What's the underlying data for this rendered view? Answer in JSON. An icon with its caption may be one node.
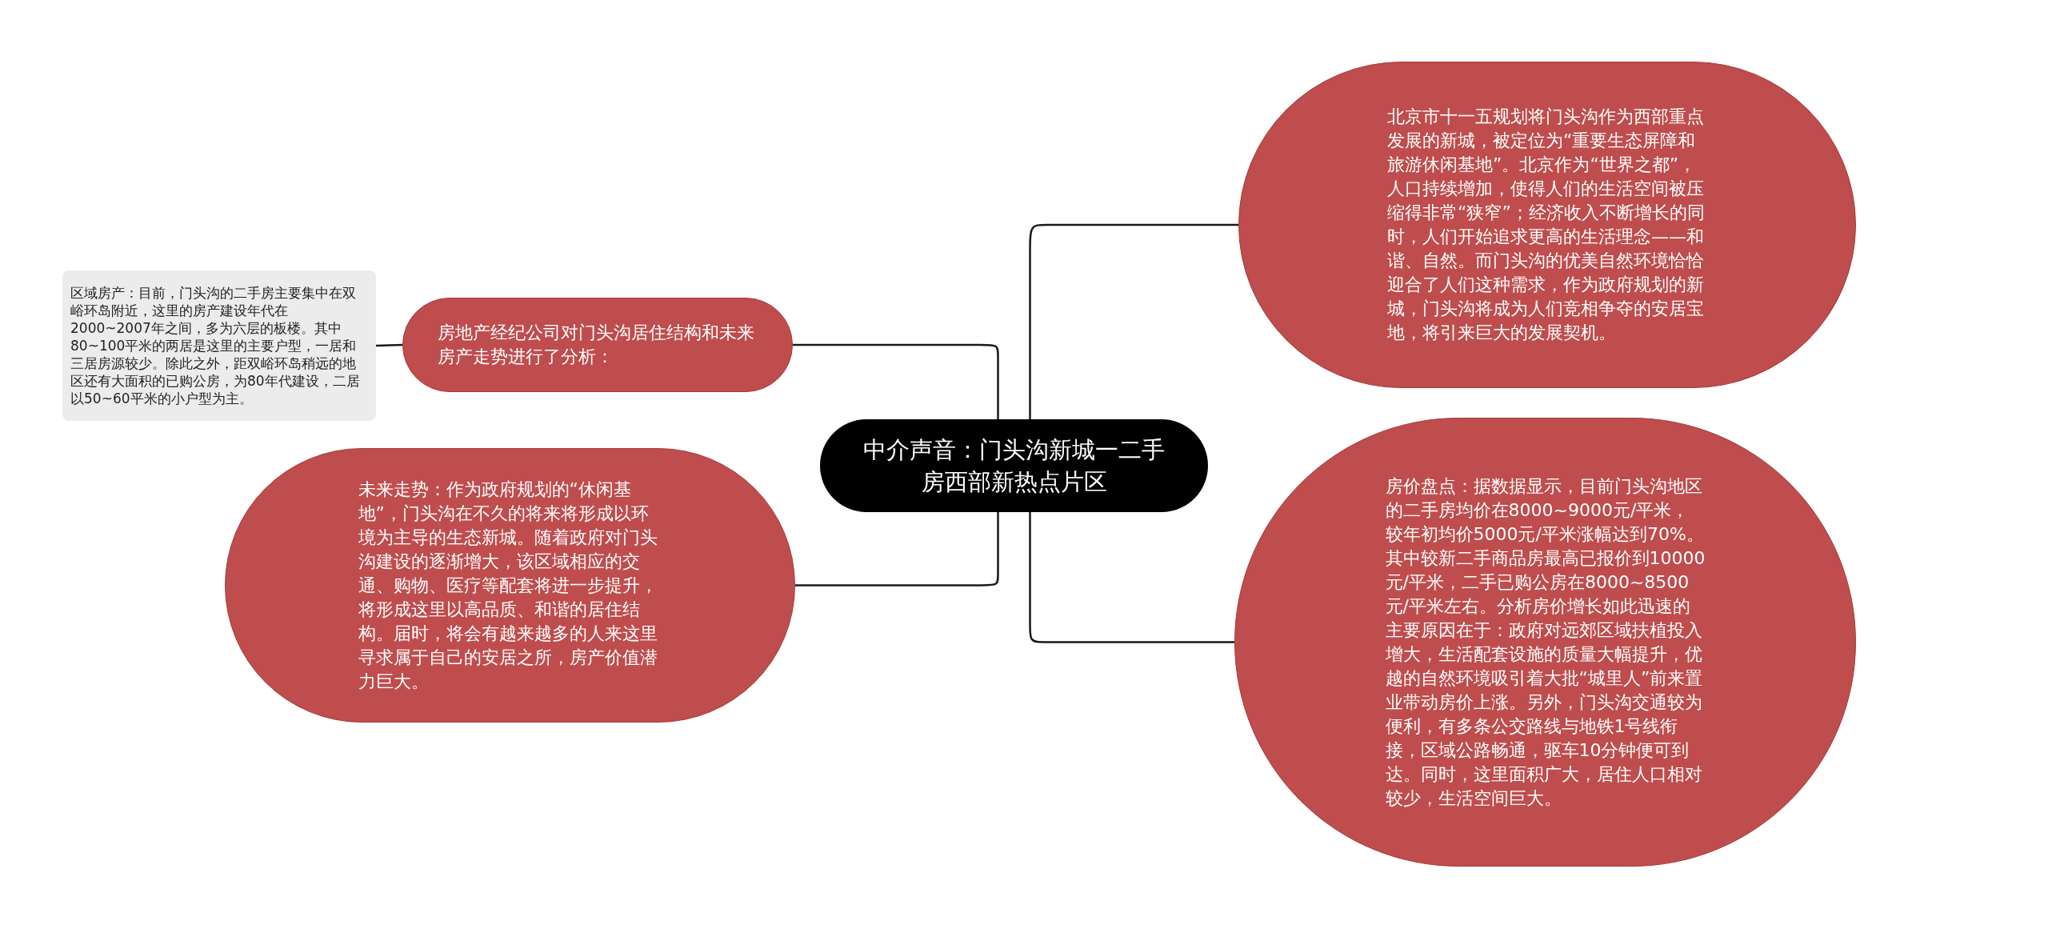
{
  "diagram": {
    "nodes": [
      {
        "text": [
          "中介声音：门头沟新城一二手房西部新热点片区"
        ]
      },
      {
        "text": [
          "房地产经纪公司对门头沟居住结构和未来房产走势进行了分析："
        ]
      },
      {
        "text": [
          "区域房产：目前，门头沟的二手房主要集中在双峪环岛附近，这里的房产建设年代在2000~2007年之间，多为六层的板楼。其中80~100平米的两居是这里的主要户型，一居和三居房源较少。除此之外，距双峪环岛稍远的地区还有大面积的已购公房，为80年代建设，二居以50~60平米的小户型为主。"
        ]
      },
      {
        "text": [
          "未来走势：作为政府规划的“休闲基地”，门头沟在不久的将来将形成以环境为主导的生态新城。随着政府对门头沟建设的逐渐增大，该区域相应的交通、购物、医疗等配套将进一步提升，将形成这里以高品质、和谐的居住结构。届时，将会有越来越多的人来这里寻求属于自己的安居之所，房产价值潜力巨大。"
        ]
      },
      {
        "text": [
          "北京市十一五规划将门头沟作为西部重点发展的新城，被定位为“重要生态屏障和旅游休闲基地”。北京作为“世界之都”，人口持续增加，使得人们的生活空间被压缩得非常“狭窄”；经济收入不断增长的同时，人们开始追求更高的生活理念——和谐、自然。而门头沟的优美自然环境恰恰迎合了人们这种需求，作为政府规划的新城，门头沟将成为人们竞相争夺的安居宝地，将引来巨大的发展契机。"
        ]
      },
      {
        "text": [
          "房价盘点：据数据显示，目前门头沟地区的二手房均价在8000~9000元/平米，较年初均价5000元/平米涨幅达到70%。其中较新二手商品房最高已报价到10000元/平米，二手已购公房在8000~8500元/平米左右。分析房价增长如此迅速的主要原因在于：政府对远郊区域扶植投入增大，生活配套设施的质量大幅提升，优越的自然环境吸引着大批“城里人”前来置业带动房价上涨。另外，门头沟交通较为便利，有多条公交路线与地铁1号线衔接，区域公路畅通，驱车10分钟便可到达。同时，这里面积广大，居住人口相对较少，生活空间巨大。"
        ]
      }
    ],
    "edges": [
      {
        "from": 0,
        "to": 1,
        "arrow": "none"
      },
      {
        "from": 1,
        "to": 2,
        "arrow": "none"
      },
      {
        "from": 0,
        "to": 3,
        "arrow": "none"
      },
      {
        "from": 0,
        "to": 4,
        "arrow": "none"
      },
      {
        "from": 0,
        "to": 5,
        "arrow": "none"
      }
    ]
  }
}
